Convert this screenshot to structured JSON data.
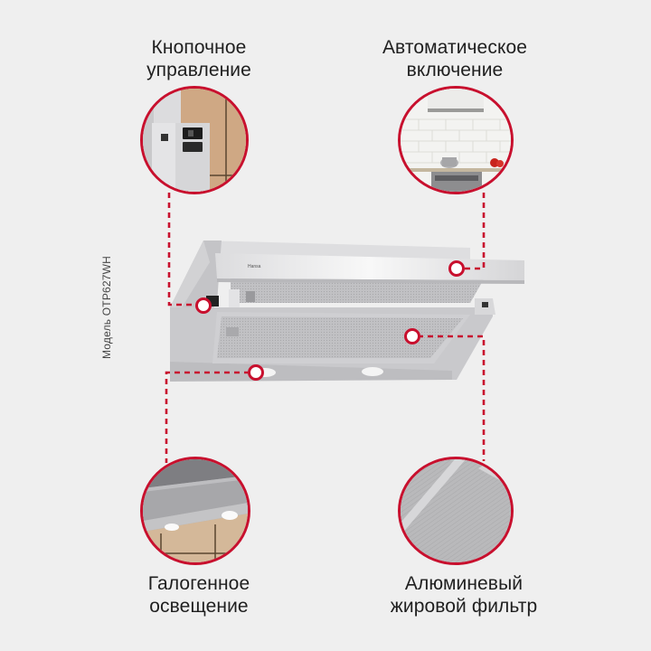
{
  "features": [
    {
      "id": "button-control",
      "line1": "Кнопочное",
      "line2": "управление",
      "icon": "control-buttons-closeup"
    },
    {
      "id": "auto-on",
      "line1": "Автоматическое",
      "line2": "включение",
      "icon": "kitchen-auto-on-closeup"
    },
    {
      "id": "halogen-light",
      "line1": "Галогенное",
      "line2": "освещение",
      "icon": "halogen-lamps-closeup"
    },
    {
      "id": "grease-filter",
      "line1": "Алюминевый",
      "line2": "жировой фильтр",
      "icon": "aluminium-filter-closeup"
    }
  ],
  "product": {
    "model_label": "Модель OTP627WH",
    "brand_mark": "Hansa",
    "type": "telescopic-cooker-hood"
  },
  "colors": {
    "accent": "#c8102e",
    "background": "#efefef",
    "text": "#1f1f1f"
  }
}
